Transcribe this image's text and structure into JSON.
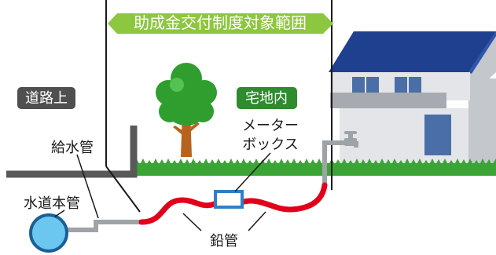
{
  "title": "助成金交付制度対象範囲",
  "labels": {
    "road": "道路上",
    "premises": "宅地内",
    "service_pipe": "給水管",
    "water_main": "水道本管",
    "meter_box_line1": "メーター",
    "meter_box_line2": "ボックス",
    "lead_pipe": "鉛管"
  },
  "colors": {
    "title_fill": "#8dc63f",
    "road_badge": "#4f4f4f",
    "premises_badge": "#2e8b2e",
    "lead_pipe": "#e1001b",
    "pipe": "#9ea3a8",
    "grass": "#3aa535",
    "roof": "#1f3f8f",
    "house_wall": "#e3e5e8",
    "main_pipe": "#6cc7f0",
    "meter_box": "#2f7fc6"
  }
}
